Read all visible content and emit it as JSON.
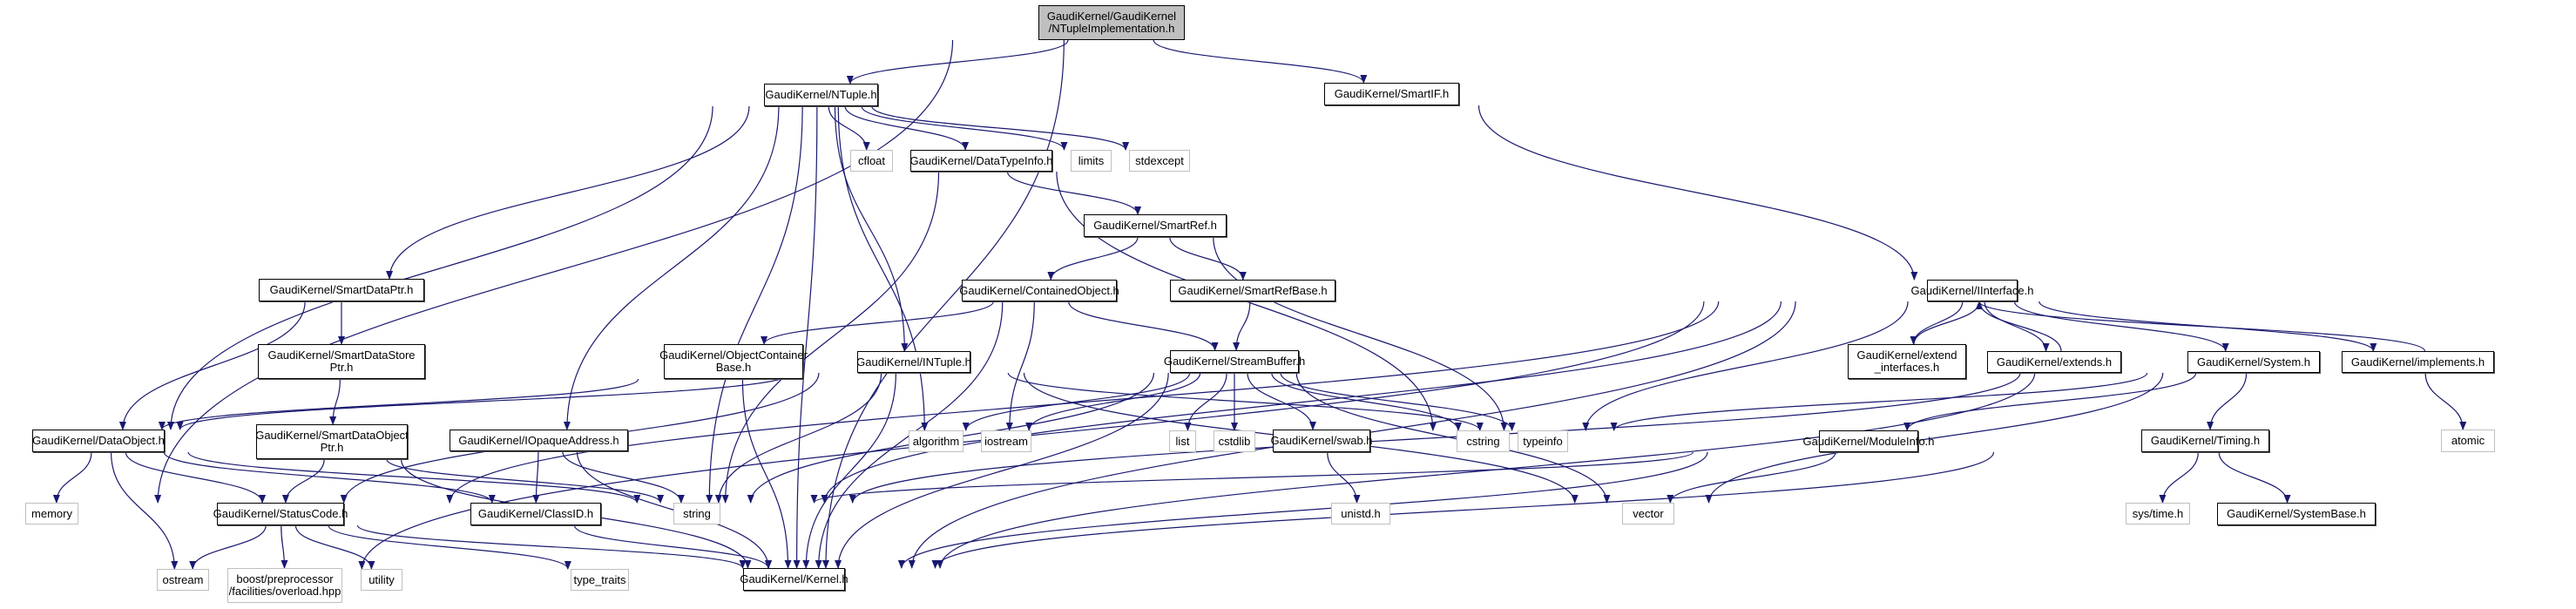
{
  "diagram": {
    "type": "include-dependency-graph",
    "edge_color": "#191970",
    "root_fill": "#bfbfbf",
    "project_border": "#000000",
    "system_border": "#bfbfbf",
    "nodes": [
      {
        "id": "root",
        "label": "GaudiKernel/GaudiKernel\n/NTupleImplementation.h",
        "kind": "root"
      },
      {
        "id": "ntuple",
        "label": "GaudiKernel/NTuple.h",
        "kind": "project"
      },
      {
        "id": "smartif",
        "label": "GaudiKernel/SmartIF.h",
        "kind": "project"
      },
      {
        "id": "cfloat",
        "label": "cfloat",
        "kind": "system"
      },
      {
        "id": "datatypeinfo",
        "label": "GaudiKernel/DataTypeInfo.h",
        "kind": "project"
      },
      {
        "id": "limits",
        "label": "limits",
        "kind": "system"
      },
      {
        "id": "stdexcept",
        "label": "stdexcept",
        "kind": "system"
      },
      {
        "id": "smartref",
        "label": "GaudiKernel/SmartRef.h",
        "kind": "project"
      },
      {
        "id": "smartdataptr",
        "label": "GaudiKernel/SmartDataPtr.h",
        "kind": "project"
      },
      {
        "id": "containedobject",
        "label": "GaudiKernel/ContainedObject.h",
        "kind": "project"
      },
      {
        "id": "smartrefbase",
        "label": "GaudiKernel/SmartRefBase.h",
        "kind": "project"
      },
      {
        "id": "iinterface",
        "label": "GaudiKernel/IInterface.h",
        "kind": "project"
      },
      {
        "id": "smartdatastoreptr",
        "label": "GaudiKernel/SmartDataStore\nPtr.h",
        "kind": "project"
      },
      {
        "id": "objectcontainerbase",
        "label": "GaudiKernel/ObjectContainer\nBase.h",
        "kind": "project"
      },
      {
        "id": "intuple",
        "label": "GaudiKernel/INTuple.h",
        "kind": "project"
      },
      {
        "id": "streambuffer",
        "label": "GaudiKernel/StreamBuffer.h",
        "kind": "project"
      },
      {
        "id": "extend_interfaces",
        "label": "GaudiKernel/extend\n_interfaces.h",
        "kind": "project"
      },
      {
        "id": "extends",
        "label": "GaudiKernel/extends.h",
        "kind": "project"
      },
      {
        "id": "system",
        "label": "GaudiKernel/System.h",
        "kind": "project"
      },
      {
        "id": "implements",
        "label": "GaudiKernel/implements.h",
        "kind": "project"
      },
      {
        "id": "dataobject",
        "label": "GaudiKernel/DataObject.h",
        "kind": "project"
      },
      {
        "id": "smartdataobjectptr",
        "label": "GaudiKernel/SmartDataObject\nPtr.h",
        "kind": "project"
      },
      {
        "id": "iopaqueaddress",
        "label": "GaudiKernel/IOpaqueAddress.h",
        "kind": "project"
      },
      {
        "id": "algorithm",
        "label": "algorithm",
        "kind": "system"
      },
      {
        "id": "iostream",
        "label": "iostream",
        "kind": "system"
      },
      {
        "id": "list",
        "label": "list",
        "kind": "system"
      },
      {
        "id": "cstdlib",
        "label": "cstdlib",
        "kind": "system"
      },
      {
        "id": "swab",
        "label": "GaudiKernel/swab.h",
        "kind": "project"
      },
      {
        "id": "cstring",
        "label": "cstring",
        "kind": "system"
      },
      {
        "id": "typeinfo",
        "label": "typeinfo",
        "kind": "system"
      },
      {
        "id": "moduleinfo",
        "label": "GaudiKernel/ModuleInfo.h",
        "kind": "project"
      },
      {
        "id": "timing",
        "label": "GaudiKernel/Timing.h",
        "kind": "project"
      },
      {
        "id": "atomic",
        "label": "atomic",
        "kind": "system"
      },
      {
        "id": "memory",
        "label": "memory",
        "kind": "system"
      },
      {
        "id": "statuscode",
        "label": "GaudiKernel/StatusCode.h",
        "kind": "project"
      },
      {
        "id": "classid",
        "label": "GaudiKernel/ClassID.h",
        "kind": "project"
      },
      {
        "id": "string",
        "label": "string",
        "kind": "system"
      },
      {
        "id": "unistd",
        "label": "unistd.h",
        "kind": "system"
      },
      {
        "id": "vector",
        "label": "vector",
        "kind": "system"
      },
      {
        "id": "systime",
        "label": "sys/time.h",
        "kind": "system"
      },
      {
        "id": "systembase",
        "label": "GaudiKernel/SystemBase.h",
        "kind": "project"
      },
      {
        "id": "ostream",
        "label": "ostream",
        "kind": "system"
      },
      {
        "id": "boost_overload",
        "label": "boost/preprocessor\n/facilities/overload.hpp",
        "kind": "system"
      },
      {
        "id": "utility",
        "label": "utility",
        "kind": "system"
      },
      {
        "id": "type_traits",
        "label": "type_traits",
        "kind": "system"
      },
      {
        "id": "kernel",
        "label": "GaudiKernel/Kernel.h",
        "kind": "project"
      }
    ],
    "edges": [
      [
        "root",
        "ntuple"
      ],
      [
        "root",
        "smartif"
      ],
      [
        "root",
        "memory"
      ],
      [
        "root",
        "kernel"
      ],
      [
        "ntuple",
        "cfloat"
      ],
      [
        "ntuple",
        "datatypeinfo"
      ],
      [
        "ntuple",
        "limits"
      ],
      [
        "ntuple",
        "stdexcept"
      ],
      [
        "ntuple",
        "smartdataptr"
      ],
      [
        "ntuple",
        "dataobject"
      ],
      [
        "ntuple",
        "iopaqueaddress"
      ],
      [
        "ntuple",
        "intuple"
      ],
      [
        "ntuple",
        "string"
      ],
      [
        "ntuple",
        "algorithm"
      ],
      [
        "ntuple",
        "kernel"
      ],
      [
        "smartif",
        "iinterface"
      ],
      [
        "datatypeinfo",
        "smartref"
      ],
      [
        "datatypeinfo",
        "string"
      ],
      [
        "datatypeinfo",
        "cstring"
      ],
      [
        "smartref",
        "containedobject"
      ],
      [
        "smartref",
        "smartrefbase"
      ],
      [
        "smartref",
        "typeinfo"
      ],
      [
        "containedobject",
        "objectcontainerbase"
      ],
      [
        "containedobject",
        "streambuffer"
      ],
      [
        "containedobject",
        "iostream"
      ],
      [
        "containedobject",
        "kernel"
      ],
      [
        "smartrefbase",
        "streambuffer"
      ],
      [
        "smartdataptr",
        "smartdatastoreptr"
      ],
      [
        "smartdataptr",
        "dataobject"
      ],
      [
        "smartdatastoreptr",
        "smartdataobjectptr"
      ],
      [
        "smartdataobjectptr",
        "statuscode"
      ],
      [
        "smartdataobjectptr",
        "string"
      ],
      [
        "smartdataobjectptr",
        "kernel"
      ],
      [
        "objectcontainerbase",
        "dataobject"
      ],
      [
        "objectcontainerbase",
        "kernel"
      ],
      [
        "intuple",
        "dataobject"
      ],
      [
        "intuple",
        "string"
      ],
      [
        "intuple",
        "typeinfo"
      ],
      [
        "intuple",
        "vector"
      ],
      [
        "intuple",
        "kernel"
      ],
      [
        "intuple",
        "statuscode"
      ],
      [
        "streambuffer",
        "algorithm"
      ],
      [
        "streambuffer",
        "iostream"
      ],
      [
        "streambuffer",
        "list"
      ],
      [
        "streambuffer",
        "cstdlib"
      ],
      [
        "streambuffer",
        "swab"
      ],
      [
        "streambuffer",
        "cstring"
      ],
      [
        "streambuffer",
        "typeinfo"
      ],
      [
        "streambuffer",
        "vector"
      ],
      [
        "streambuffer",
        "string"
      ],
      [
        "streambuffer",
        "kernel"
      ],
      [
        "swab",
        "unistd"
      ],
      [
        "iinterface",
        "extend_interfaces"
      ],
      [
        "iinterface",
        "extends"
      ],
      [
        "iinterface",
        "system"
      ],
      [
        "iinterface",
        "implements"
      ],
      [
        "iinterface",
        "typeinfo"
      ],
      [
        "iinterface",
        "string"
      ],
      [
        "iinterface",
        "statuscode"
      ],
      [
        "iinterface",
        "kernel"
      ],
      [
        "iinterface",
        "ostream"
      ],
      [
        "extend_interfaces",
        "iinterface"
      ],
      [
        "extends",
        "iinterface"
      ],
      [
        "implements",
        "iinterface"
      ],
      [
        "implements",
        "atomic"
      ],
      [
        "system",
        "moduleinfo"
      ],
      [
        "system",
        "timing"
      ],
      [
        "system",
        "typeinfo"
      ],
      [
        "system",
        "string"
      ],
      [
        "system",
        "vector"
      ],
      [
        "system",
        "kernel"
      ],
      [
        "moduleinfo",
        "string"
      ],
      [
        "moduleinfo",
        "vector"
      ],
      [
        "moduleinfo",
        "kernel"
      ],
      [
        "timing",
        "systime"
      ],
      [
        "timing",
        "systembase"
      ],
      [
        "timing",
        "kernel"
      ],
      [
        "dataobject",
        "memory"
      ],
      [
        "dataobject",
        "ostream"
      ],
      [
        "dataobject",
        "statuscode"
      ],
      [
        "dataobject",
        "classid"
      ],
      [
        "dataobject",
        "string"
      ],
      [
        "iopaqueaddress",
        "classid"
      ],
      [
        "iopaqueaddress",
        "string"
      ],
      [
        "iopaqueaddress",
        "kernel"
      ],
      [
        "classid",
        "kernel"
      ],
      [
        "statuscode",
        "ostream"
      ],
      [
        "statuscode",
        "boost_overload"
      ],
      [
        "statuscode",
        "utility"
      ],
      [
        "statuscode",
        "type_traits"
      ],
      [
        "statuscode",
        "kernel"
      ]
    ]
  }
}
